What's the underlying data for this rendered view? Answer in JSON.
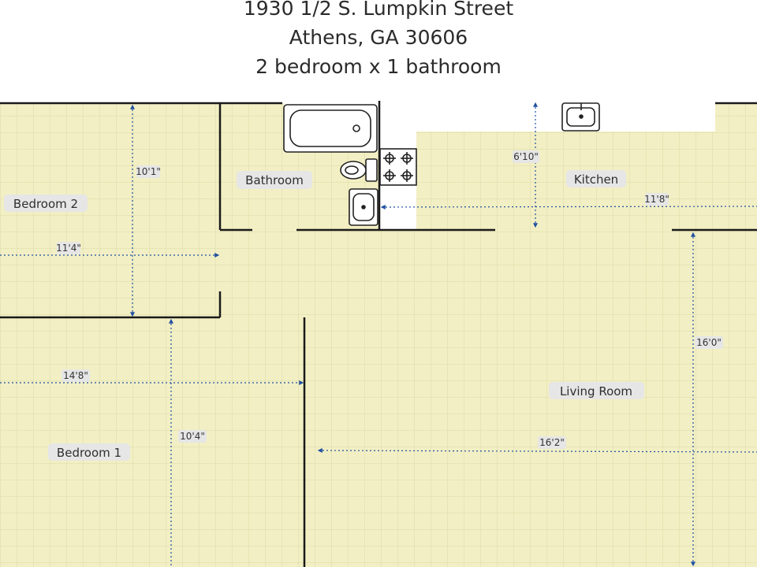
{
  "header": {
    "lines": [
      "1930 1/2 S. Lumpkin Street",
      "Athens, GA 30606",
      "2 bedroom x 1 bathroom"
    ]
  },
  "rooms": {
    "bedroom2": "Bedroom 2",
    "bathroom": "Bathroom",
    "kitchen": "Kitchen",
    "bedroom1": "Bedroom 1",
    "living_room": "Living Room"
  },
  "dimensions": {
    "bedroom2_depth": "10'1\"",
    "bedroom2_width": "11'4\"",
    "kitchen_depth": "6'10\"",
    "kitchen_width": "11'8\"",
    "bedroom1_width": "14'8\"",
    "bedroom1_depth": "10'4\"",
    "living_depth": "16'0\"",
    "living_width": "16'2\""
  },
  "colors": {
    "floor": "#f2efc4",
    "grid": "#dcd8a6",
    "wall": "#1a1a1a",
    "dimension_line": "#1f4fa0",
    "label_bg": "#e6e6e6"
  }
}
